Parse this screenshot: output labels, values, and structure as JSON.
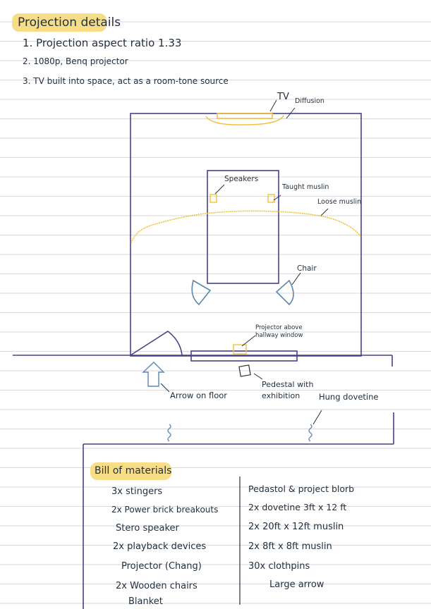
{
  "colors": {
    "ink": "#22303f",
    "plan": "#4a3f8c",
    "muslin": "#f0c23a",
    "chair": "#5a86b0",
    "highlight": "#f7d97a",
    "rule": "#d7d7dc"
  },
  "projection": {
    "title": "Projection details",
    "items": [
      "1. Projection aspect ratio 1.33",
      "2. 1080p, Benq projector",
      "3. TV built into space, act as a room-tone source"
    ]
  },
  "plan_labels": {
    "tv": "TV",
    "diffusion": "Diffusion",
    "speakers": "Speakers",
    "taught_muslin": "Taught muslin",
    "loose_muslin": "Loose muslin",
    "chair": "Chair",
    "projector": "Projector above hallway window",
    "arrow_floor": "Arrow on floor",
    "pedestal": "Pedestal with exhibition",
    "hung_dovetine": "Hung dovetine"
  },
  "bom": {
    "title": "Bill of materials",
    "left": [
      "3x stingers",
      "2x Power brick breakouts",
      "Stero speaker",
      "2x playback devices",
      "Projector (Chang)",
      "2x Wooden chairs",
      "Blanket"
    ],
    "right": [
      "Pedastol & project blorb",
      "2x dovetine 3ft x 12 ft",
      "2x 20ft x 12ft muslin",
      "2x 8ft x 8ft muslin",
      "30x clothpins",
      "Large arrow"
    ]
  }
}
